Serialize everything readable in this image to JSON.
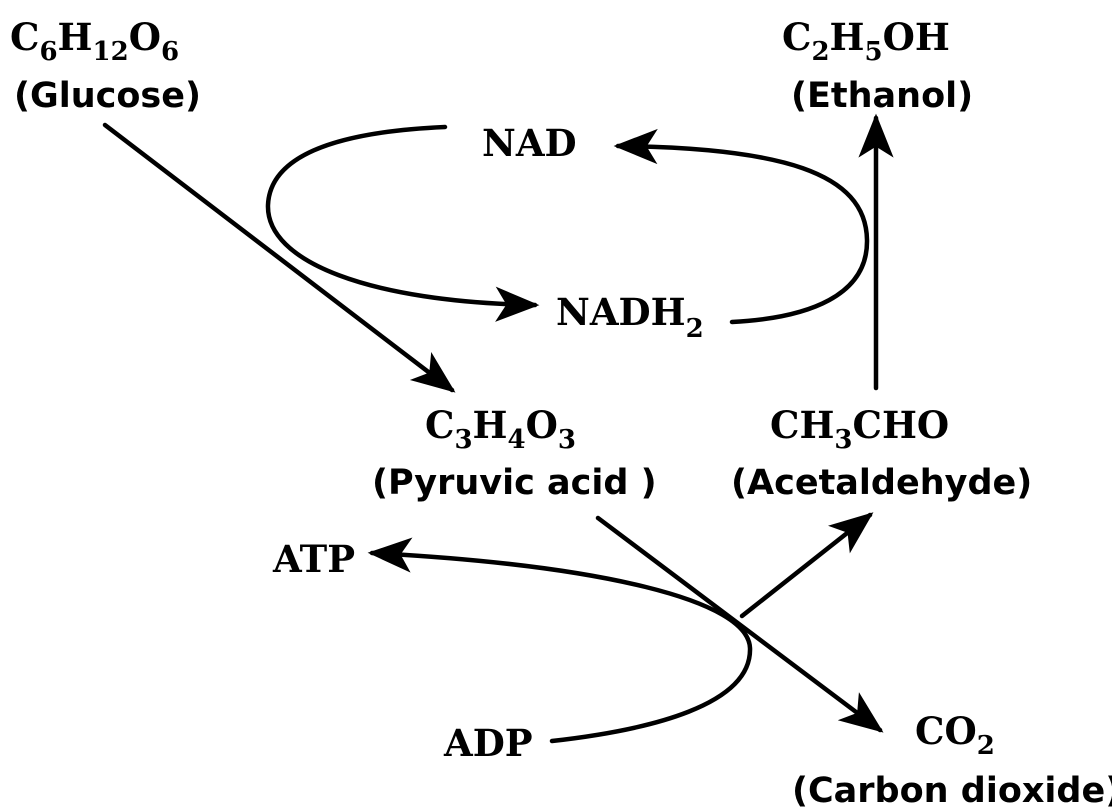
{
  "nodes": {
    "glucose": {
      "formula": [
        [
          "C",
          ""
        ],
        [
          "H",
          "6"
        ],
        [
          "O",
          "12"
        ],
        [
          "",
          "6"
        ]
      ],
      "name": "(Glucose)"
    },
    "ethanol": {
      "formula": [
        [
          "C",
          ""
        ],
        [
          "H",
          "2"
        ],
        [
          "OH",
          "5"
        ]
      ],
      "name": "(Ethanol)"
    },
    "nad": {
      "label": "NAD"
    },
    "nadh2": {
      "label": "NADH",
      "sub": "2"
    },
    "pyruvic_acid": {
      "formula": [
        [
          "C",
          ""
        ],
        [
          "H",
          "3"
        ],
        [
          "O",
          "4"
        ],
        [
          "",
          "3"
        ]
      ],
      "name": "(Pyruvic acid )"
    },
    "acetaldehyde": {
      "formula": [
        [
          "CH",
          ""
        ],
        [
          "CHO",
          "3"
        ]
      ],
      "name": "(Acetaldehyde)"
    },
    "atp": {
      "label": "ATP"
    },
    "adp": {
      "label": "ADP"
    },
    "co2": {
      "formula": [
        [
          "CO",
          ""
        ],
        [
          "",
          "2"
        ]
      ],
      "name": "(Carbon dioxide)"
    }
  },
  "colors": {
    "ink": "#000000",
    "background": "#ffffff"
  }
}
